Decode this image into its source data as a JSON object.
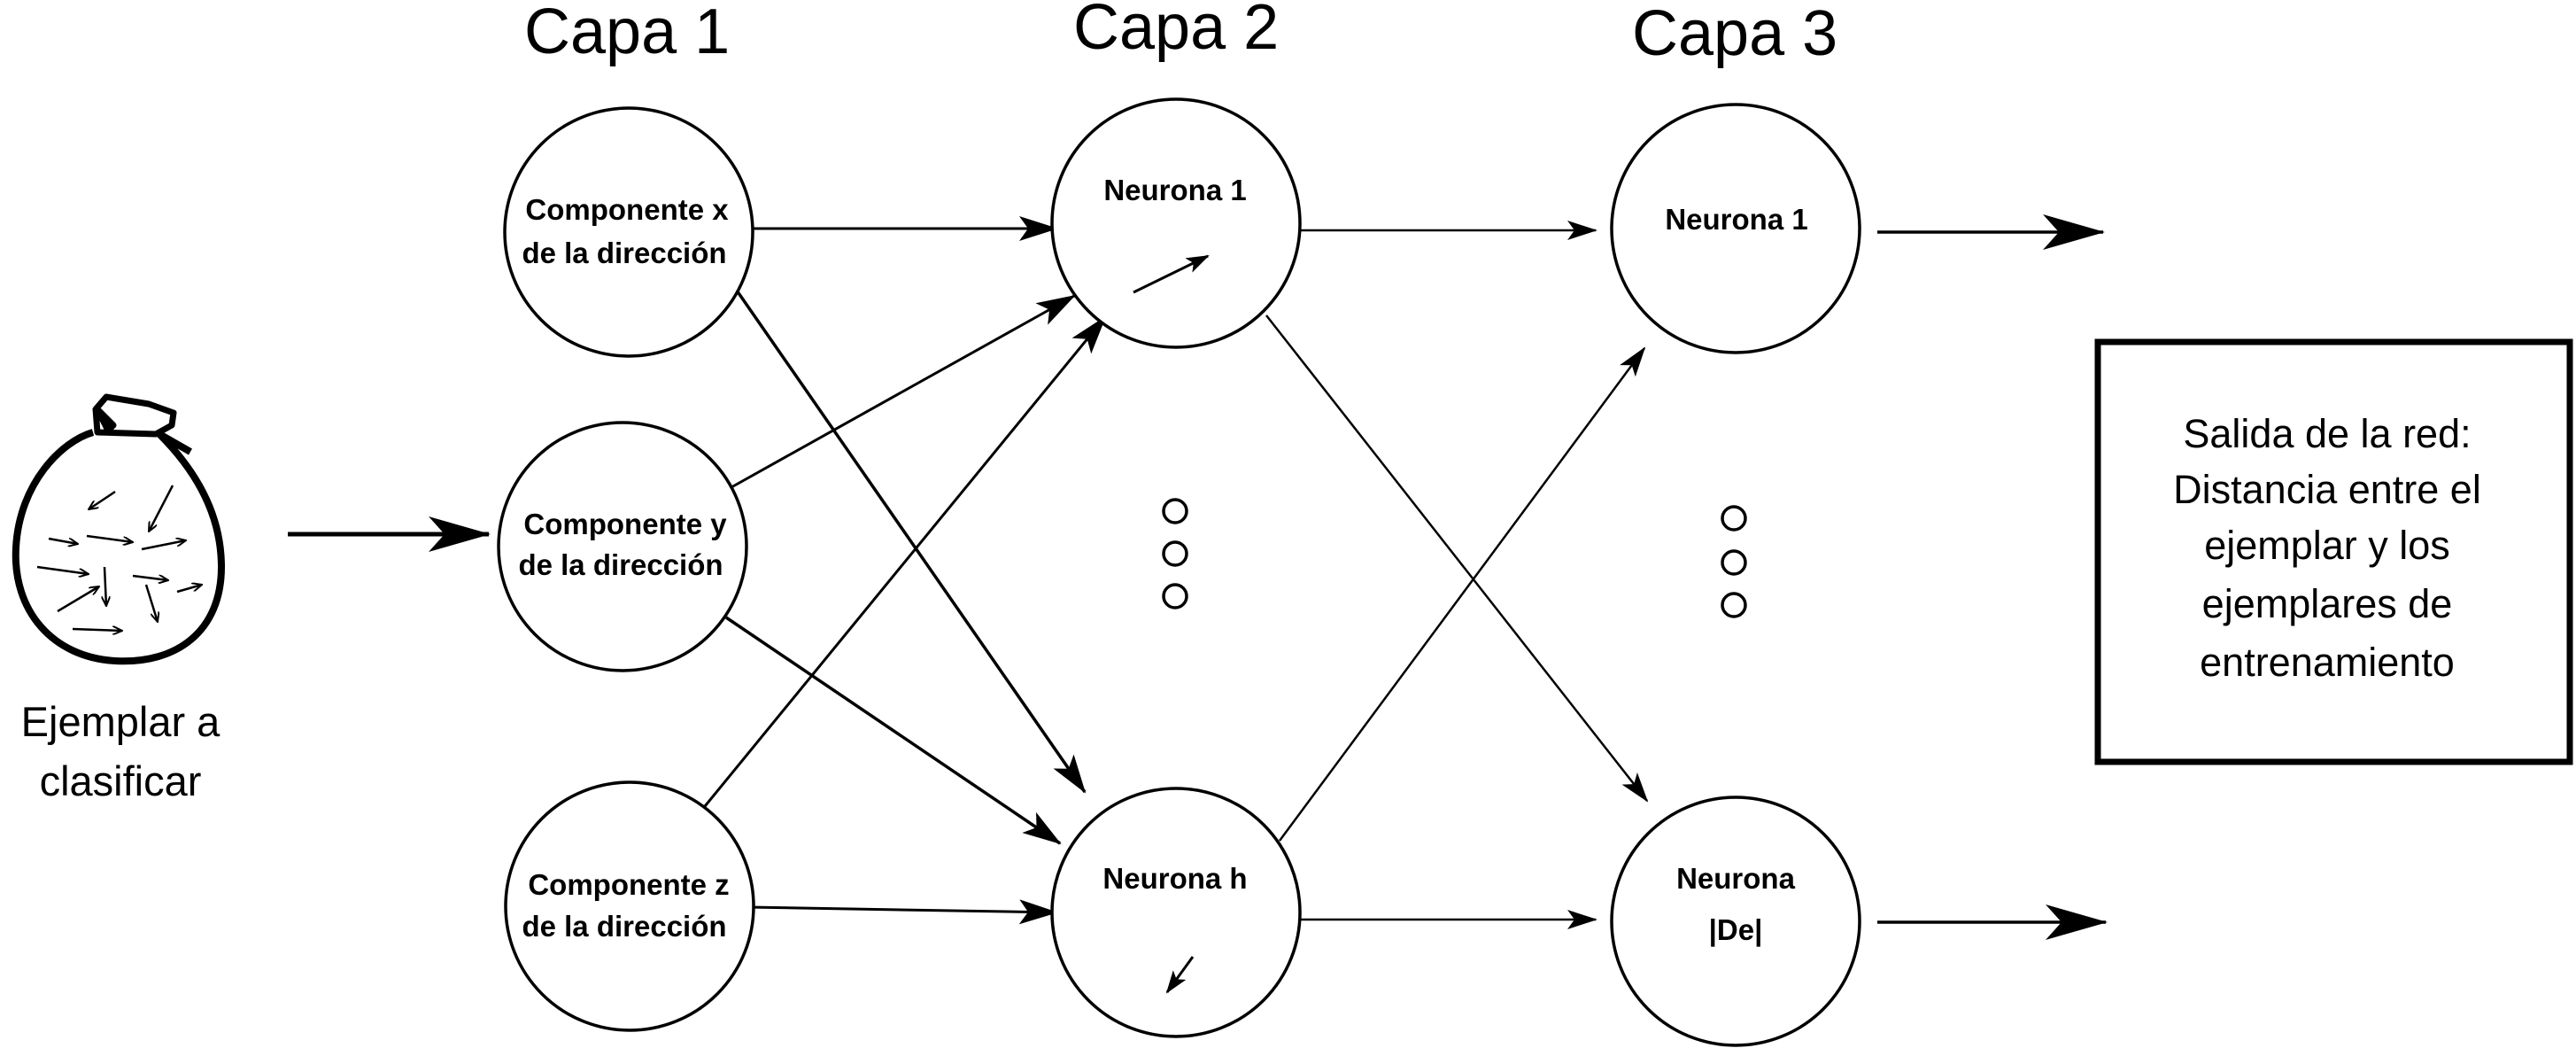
{
  "layers": {
    "layer1_title": "Capa 1",
    "layer2_title": "Capa 2",
    "layer3_title": "Capa 3"
  },
  "layer1": {
    "node_x": {
      "line1": "Componente x",
      "line2": "de la dirección"
    },
    "node_y": {
      "line1": "Componente y",
      "line2": "de la dirección"
    },
    "node_z": {
      "line1": "Componente z",
      "line2": "de la dirección"
    }
  },
  "layer2": {
    "neuron_1": "Neurona  1",
    "neuron_h": "Neurona  h"
  },
  "layer3": {
    "neuron_1": "Neurona  1",
    "neuron_d": {
      "line1": "Neurona",
      "line2": "|De|"
    }
  },
  "input": {
    "line1": "Ejemplar  a",
    "line2": "clasificar"
  },
  "output": {
    "lines": [
      "Salida de la red:",
      "Distancia entre el",
      "ejemplar y los",
      "ejemplares de",
      "entrenamiento"
    ]
  },
  "icons": {
    "input_icon": "bag-of-arrows",
    "ellipsis_icon": "vertical-ellipsis"
  }
}
